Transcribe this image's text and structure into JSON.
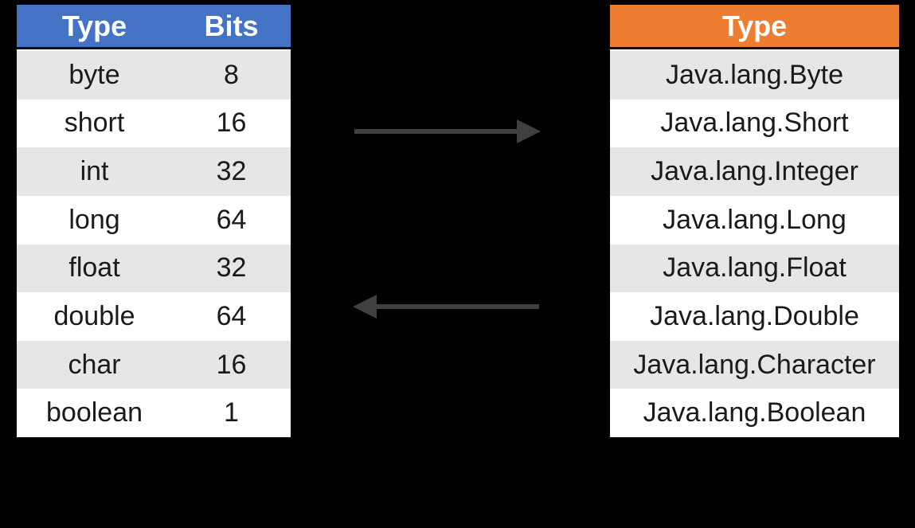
{
  "background_color": "#000000",
  "text_color": "#1a1a1a",
  "primitive_table": {
    "headers": [
      "Type",
      "Bits"
    ],
    "header_color": "#4472C4",
    "header_text_color": "#FFFFFF",
    "stripe_color": "#E7E6E6",
    "plain_color": "#FFFFFF",
    "rows": [
      {
        "type": "byte",
        "bits": "8"
      },
      {
        "type": "short",
        "bits": "16"
      },
      {
        "type": "int",
        "bits": "32"
      },
      {
        "type": "long",
        "bits": "64"
      },
      {
        "type": "float",
        "bits": "32"
      },
      {
        "type": "double",
        "bits": "64"
      },
      {
        "type": "char",
        "bits": "16"
      },
      {
        "type": "boolean",
        "bits": "1"
      }
    ]
  },
  "wrapper_table": {
    "header": "Type",
    "header_color": "#ED7D31",
    "header_text_color": "#FFFFFF",
    "stripe_color": "#E7E6E6",
    "plain_color": "#FFFFFF",
    "rows": [
      "Java.lang.Byte",
      "Java.lang.Short",
      "Java.lang.Integer",
      "Java.lang.Long",
      "Java.lang.Float",
      "Java.lang.Double",
      "Java.lang.Character",
      "Java.lang.Boolean"
    ]
  },
  "arrows": {
    "color": "#404040",
    "forward": "primitive-to-wrapper",
    "backward": "wrapper-to-primitive"
  }
}
